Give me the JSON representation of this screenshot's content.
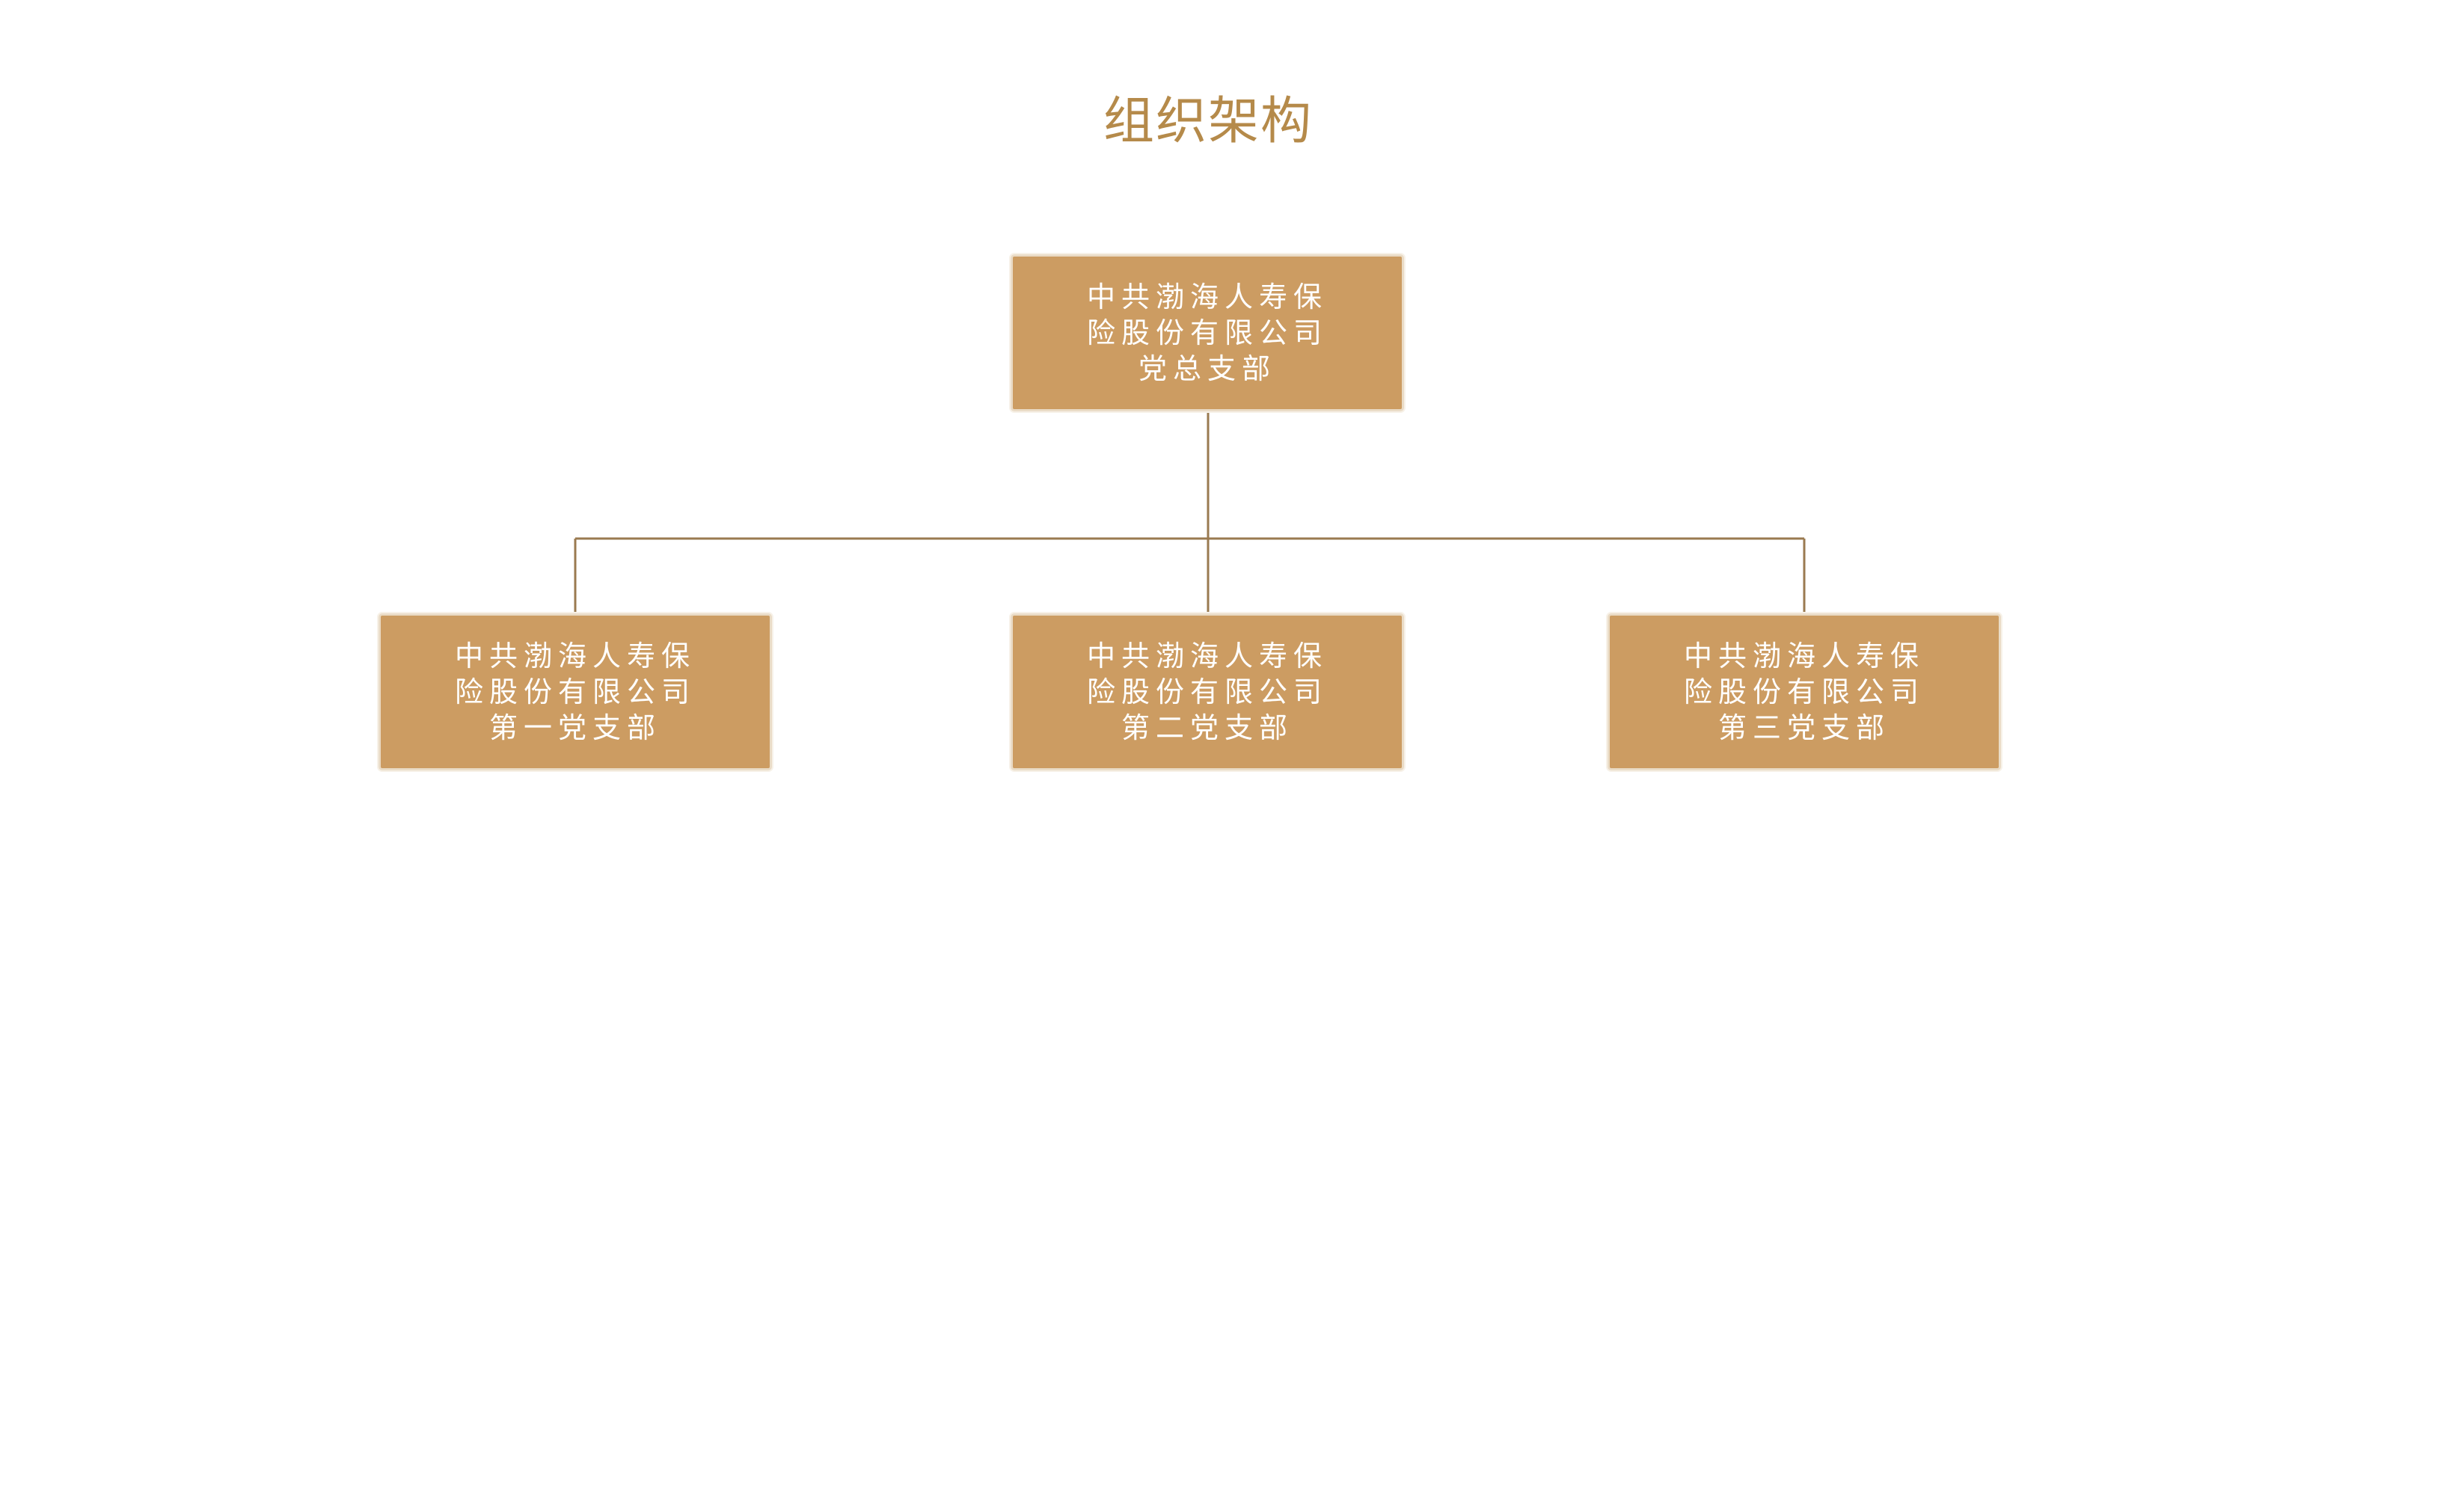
{
  "page": {
    "title": "组织架构"
  },
  "colors": {
    "title": "#b58a4a",
    "node_fill": "#cc9c62",
    "node_border": "#eadcc7",
    "node_text": "#ffffff",
    "connector": "#9a7a50"
  },
  "org_chart": {
    "root": {
      "lines": [
        "中共渤海人寿保",
        "险股份有限公司",
        "党总支部"
      ]
    },
    "children": [
      {
        "lines": [
          "中共渤海人寿保",
          "险股份有限公司",
          "第一党支部"
        ]
      },
      {
        "lines": [
          "中共渤海人寿保",
          "险股份有限公司",
          "第二党支部"
        ]
      },
      {
        "lines": [
          "中共渤海人寿保",
          "险股份有限公司",
          "第三党支部"
        ]
      }
    ]
  }
}
